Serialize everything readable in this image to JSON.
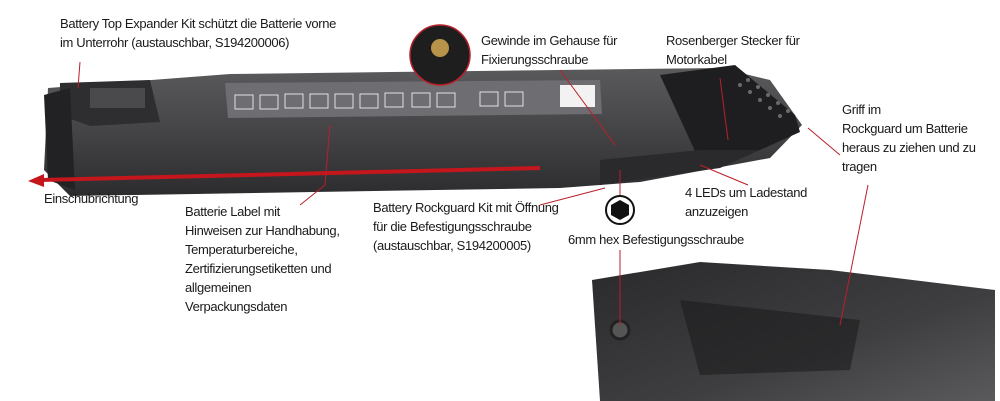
{
  "annotations": {
    "top_expander": [
      "Battery Top Expander Kit schützt die Batterie vorne",
      "im Unterrohr (austauschbar, S194200006)"
    ],
    "thread": [
      "Gewinde im Gehause für",
      "Fixierungsschraube"
    ],
    "connector": [
      "Rosenberger Stecker für",
      "Motorkabel"
    ],
    "handle": [
      "Griff im",
      "Rockguard um Batterie",
      "heraus zu ziehen und zu",
      "tragen"
    ],
    "direction": "Einschubrichtung",
    "label": [
      "Batterie Label mit",
      "Hinweisen zur Handhabung,",
      "Temperaturbereiche,",
      "Zertifizierungsetiketten und",
      "allgemeinen",
      "Verpackungsdaten"
    ],
    "rockguard": [
      "Battery Rockguard Kit mit Öffnung",
      "für die Befestigungsschraube",
      "(austauschbar, S194200005)"
    ],
    "leds": [
      "4 LEDs um Ladestand",
      "anzuzeigen"
    ],
    "hex_screw": "6mm hex Befestigungsschraube"
  },
  "colors": {
    "accent": "#c4161c",
    "body": "#3c3c3e"
  }
}
